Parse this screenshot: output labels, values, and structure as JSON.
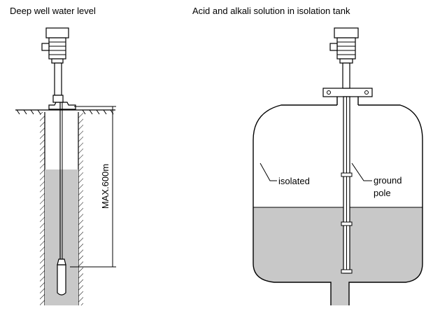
{
  "titles": {
    "left": "Deep well water level",
    "right": "Acid and alkali solution in isolation tank"
  },
  "labels": {
    "max_depth": "MAX.600m",
    "isolated": "isolated",
    "ground_pole_line1": "ground",
    "ground_pole_line2": "pole"
  },
  "colors": {
    "liquid": "#c8c8c8",
    "outline": "#000000"
  }
}
